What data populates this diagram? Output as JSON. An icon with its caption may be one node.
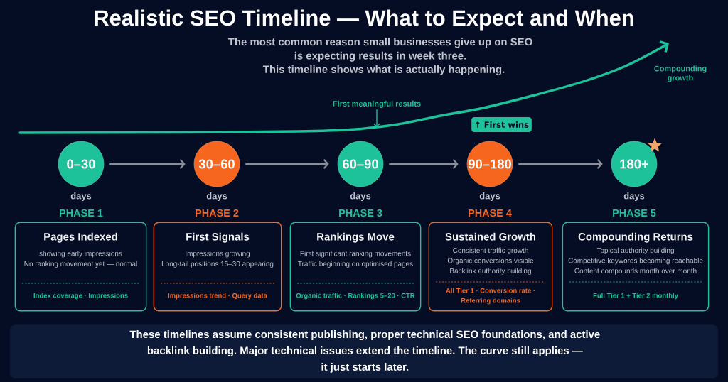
{
  "diagram": {
    "title": "Realistic SEO Timeline — What to Expect and When",
    "nodes": [
      {
        "text": [
          "First meaningful results"
        ]
      },
      {
        "text": [
          "↑ First wins"
        ]
      },
      {
        "text": [
          "0–30"
        ],
        "beside": [
          "days",
          "PHASE 1"
        ]
      },
      {
        "text": [
          "30–60"
        ],
        "beside": [
          "days",
          "PHASE 2"
        ]
      },
      {
        "text": [
          "60–90"
        ],
        "beside": [
          "days",
          "PHASE 3"
        ]
      },
      {
        "text": [
          "90–180"
        ],
        "beside": [
          "days",
          "PHASE 4"
        ]
      },
      {
        "text": [
          "180+"
        ],
        "beside": [
          "days",
          "PHASE 5"
        ]
      },
      {
        "text": [
          "Pages Indexed",
          "showing early impressions",
          "No ranking movement yet — normal",
          "Index coverage · Impressions"
        ]
      },
      {
        "text": [
          "First Signals",
          "Impressions growing",
          "Long-tail positions 15–30 appearing",
          "Impressions trend · Query data"
        ]
      },
      {
        "text": [
          "Rankings Move",
          "First significant ranking movements",
          "Traffic beginning on optimised pages",
          "Organic traffic · Rankings 5–20 · CTR"
        ]
      },
      {
        "text": [
          "Sustained Growth",
          "Consistent traffic growth",
          "Organic conversions visible",
          "Backlink authority building",
          "All Tier 1 · Conversion rate · Referring domains"
        ]
      },
      {
        "text": [
          "Compounding Returns",
          "Topical authority building",
          "Competitive keywords becoming reachable",
          "Content compounds month over month",
          "Full Tier 1 + Tier 2 monthly"
        ]
      },
      {
        "text": [
          "These timelines assume consistent publishing, proper technical SEO foundations, and active backlink building. Major technical issues extend the timeline. The curve still applies — it just starts later."
        ]
      }
    ],
    "edges": [
      {
        "from": 0,
        "to": null,
        "arrow": "to",
        "color": "#1dc29b"
      },
      {
        "from": 2,
        "to": 3,
        "arrow": "to"
      },
      {
        "from": 3,
        "to": 4,
        "arrow": "to"
      },
      {
        "from": 4,
        "to": 5,
        "arrow": "to"
      },
      {
        "from": 5,
        "to": 6,
        "arrow": "to"
      }
    ],
    "labels": [
      "The most common reason small businesses give up on SEO is expecting results in week three.",
      "This timeline shows what is actually happening.",
      "Compounding growth"
    ]
  }
}
